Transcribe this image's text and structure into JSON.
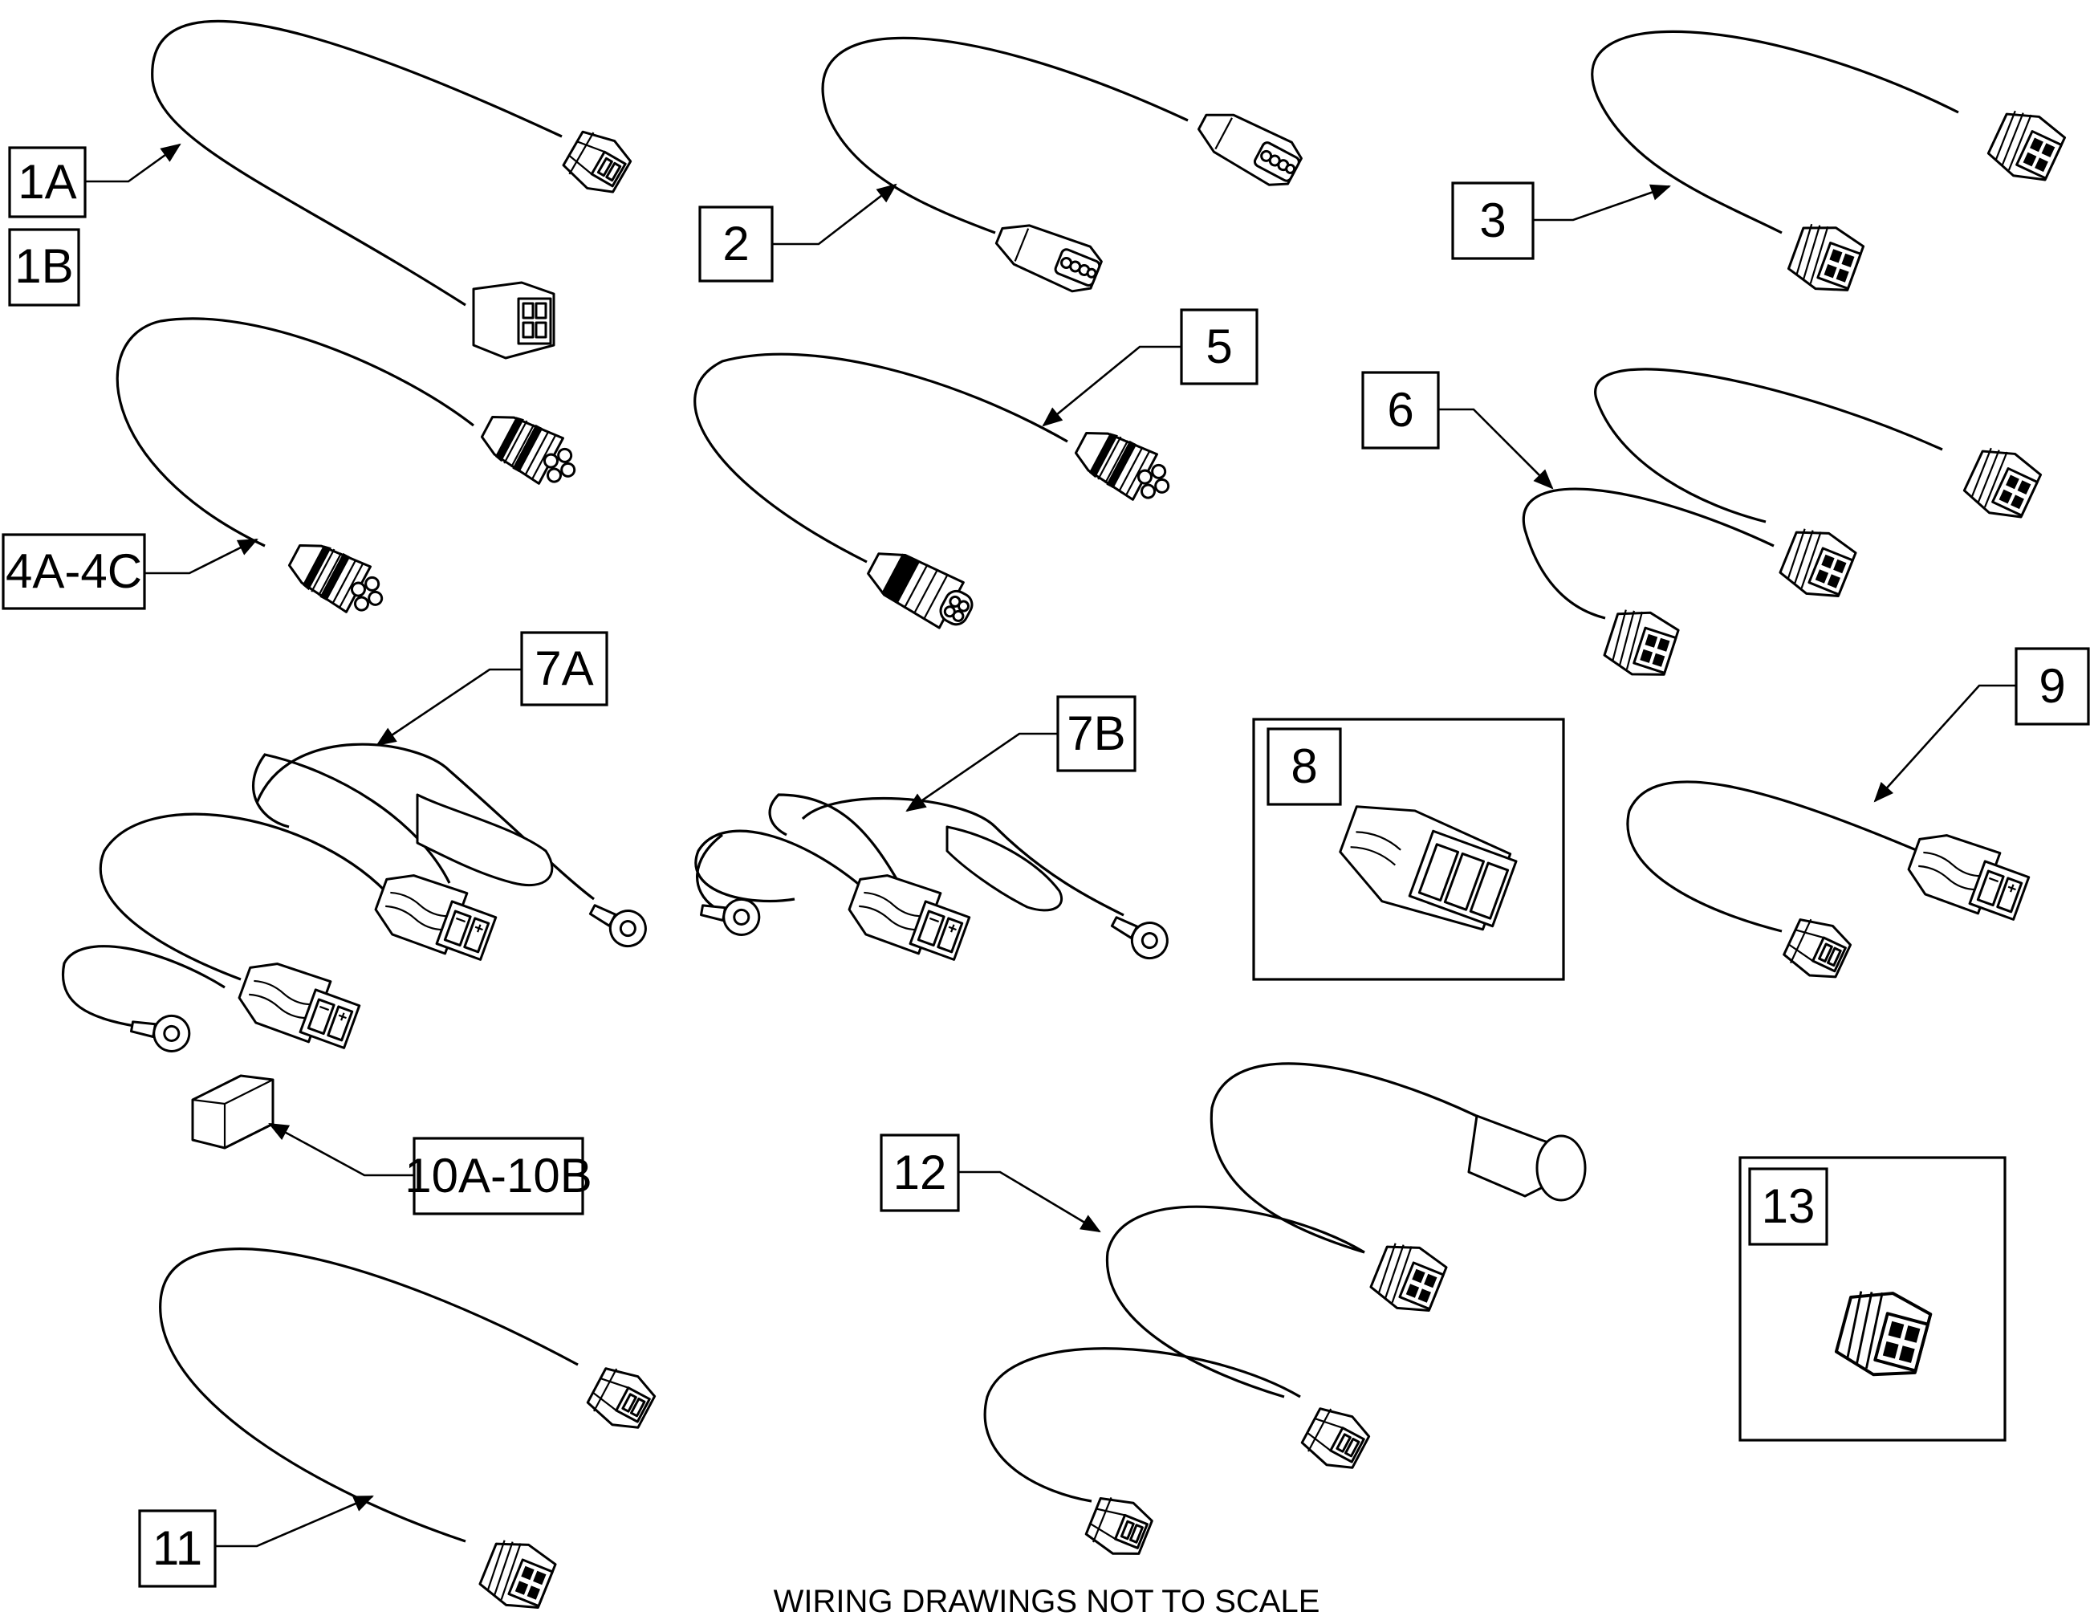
{
  "footer": {
    "note": "WIRING DRAWINGS NOT TO SCALE"
  },
  "callouts": [
    {
      "id": "1a",
      "label": "1A"
    },
    {
      "id": "1b",
      "label": "1B"
    },
    {
      "id": "2",
      "label": "2"
    },
    {
      "id": "3",
      "label": "3"
    },
    {
      "id": "4a-4c",
      "label": "4A-4C"
    },
    {
      "id": "5",
      "label": "5"
    },
    {
      "id": "6",
      "label": "6"
    },
    {
      "id": "7a",
      "label": "7A"
    },
    {
      "id": "7b",
      "label": "7B"
    },
    {
      "id": "8",
      "label": "8"
    },
    {
      "id": "9",
      "label": "9"
    },
    {
      "id": "10a-10b",
      "label": "10A-10B"
    },
    {
      "id": "11",
      "label": "11"
    },
    {
      "id": "12",
      "label": "12"
    },
    {
      "id": "13",
      "label": "13"
    }
  ]
}
